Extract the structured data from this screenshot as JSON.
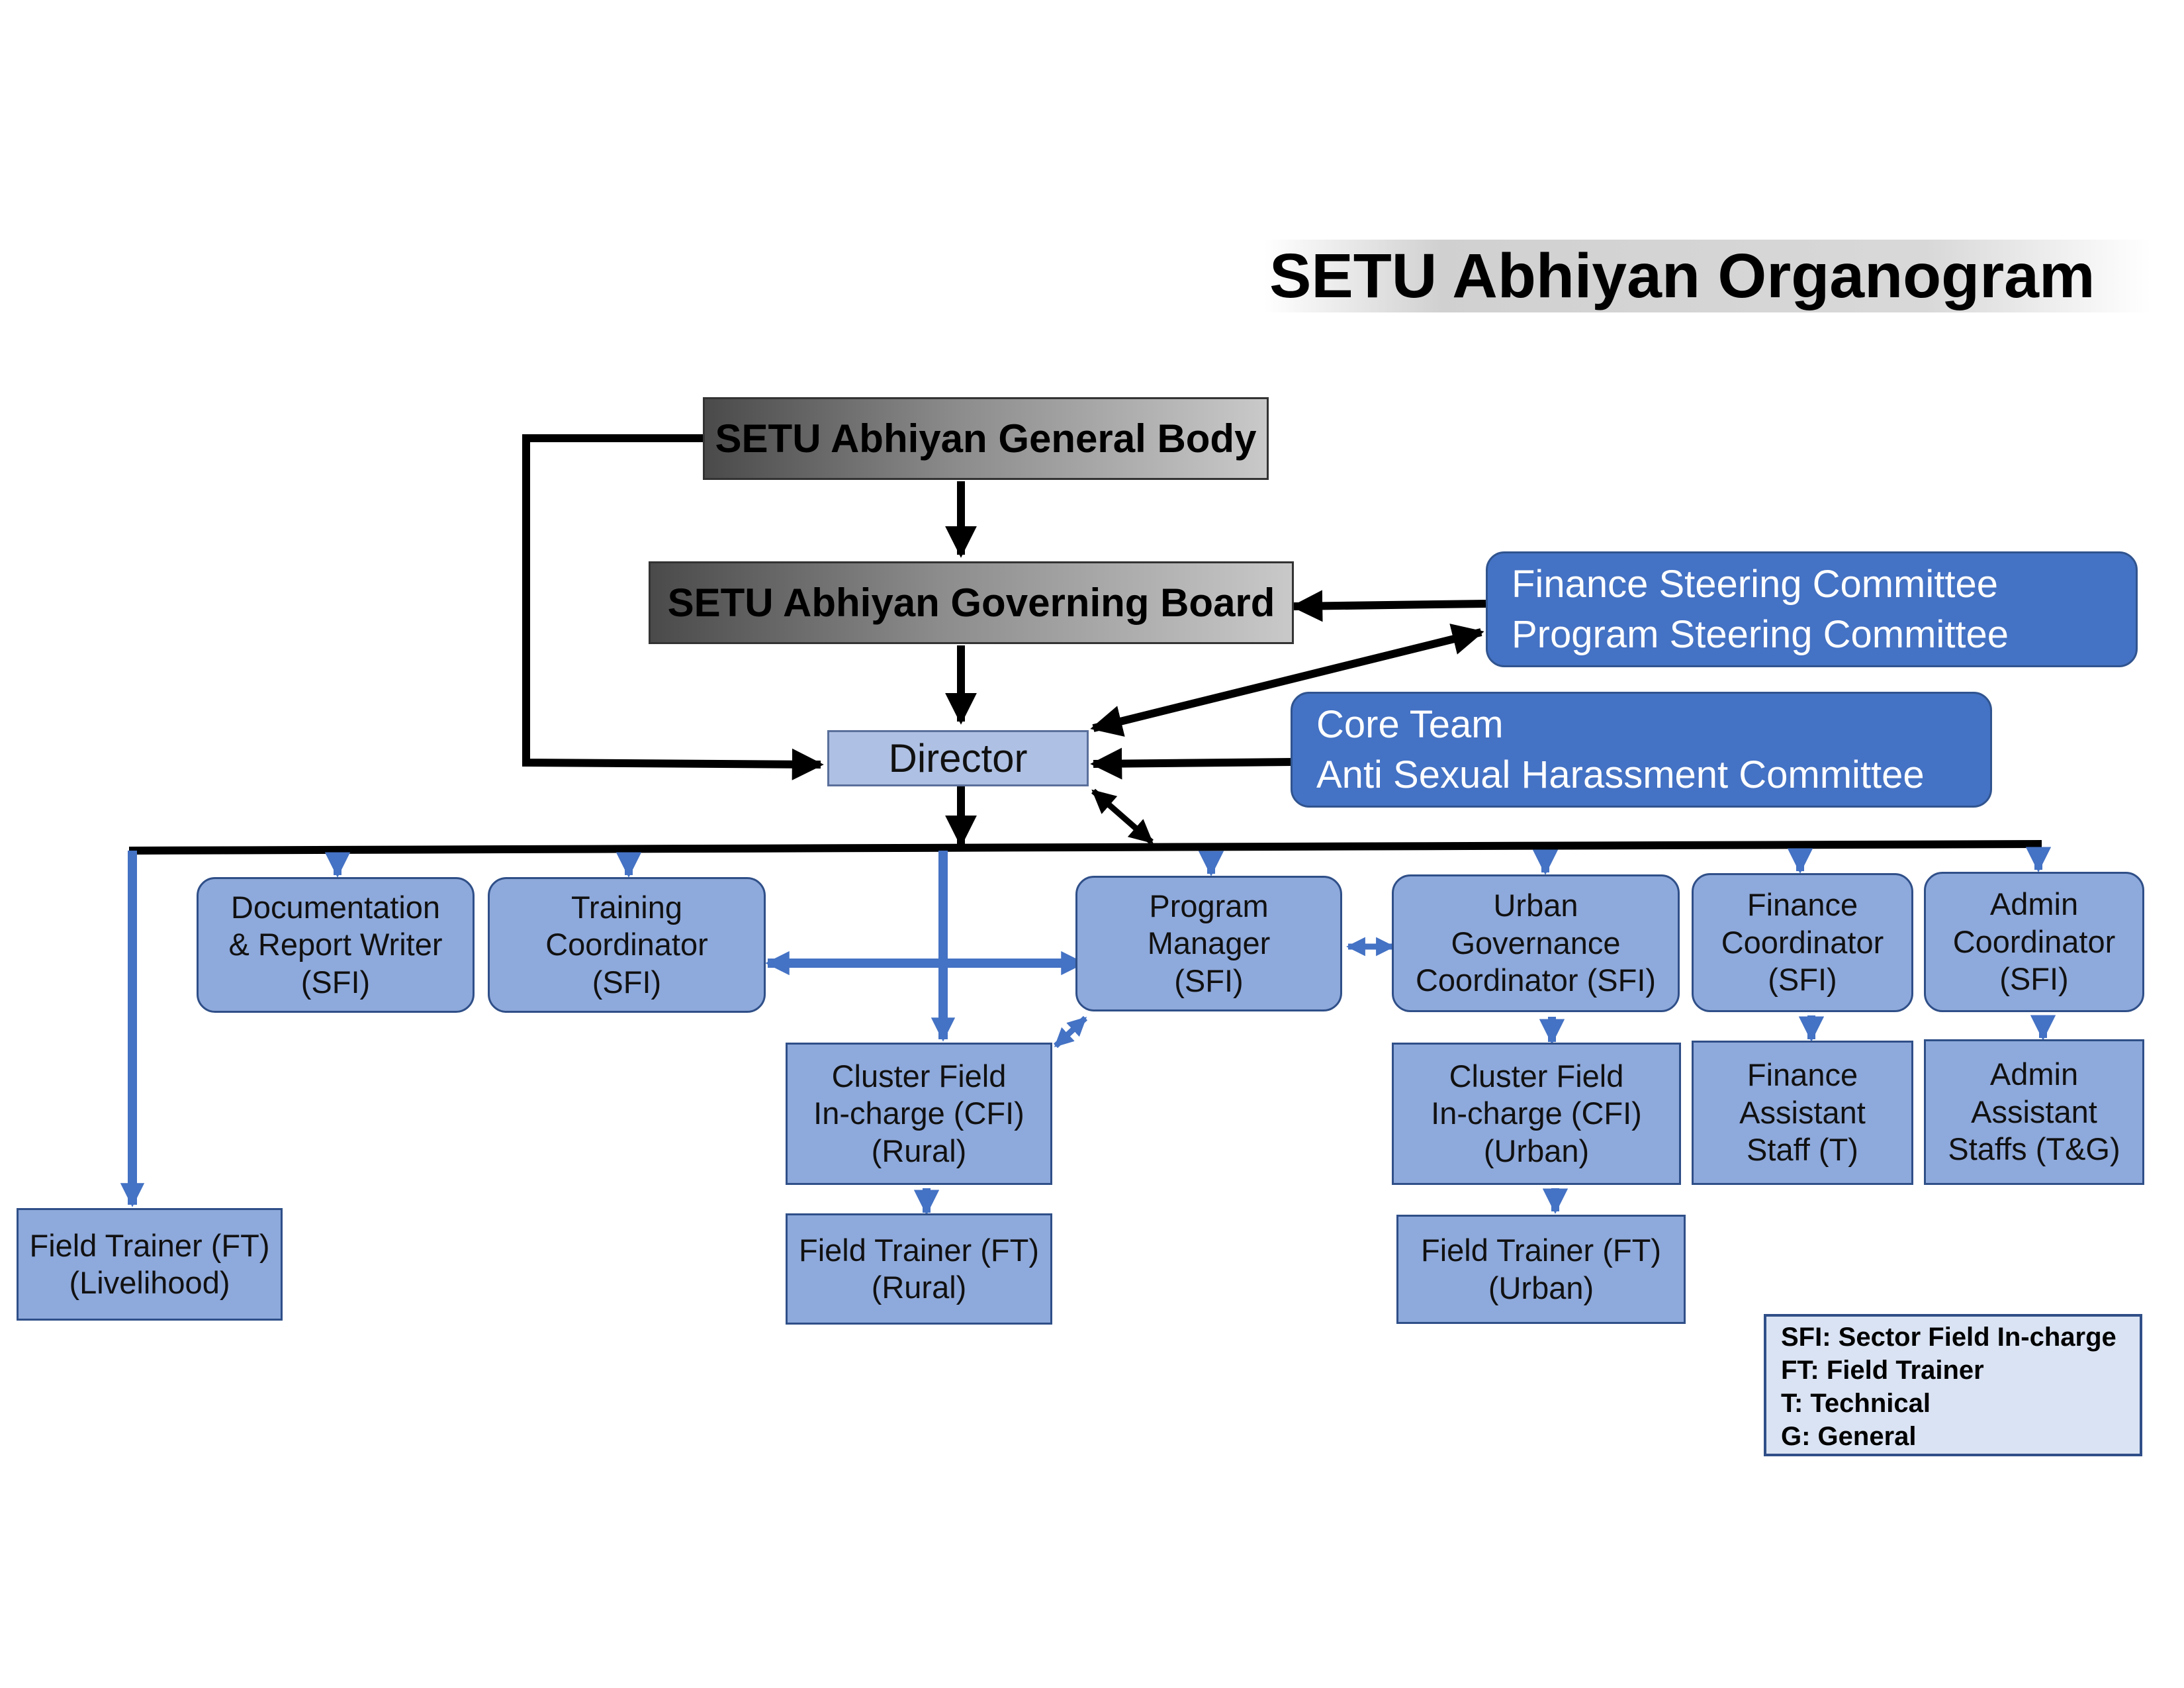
{
  "title": "SETU Abhiyan Organogram",
  "nodes": {
    "general_body": "SETU Abhiyan General Body",
    "governing_board": "SETU Abhiyan Governing Board",
    "director": "Director",
    "steering": {
      "line1": "Finance Steering Committee",
      "line2": "Program Steering Committee"
    },
    "core": {
      "line1": "Core Team",
      "line2": "Anti Sexual Harassment Committee"
    },
    "documentation": "Documentation\n& Report Writer\n(SFI)",
    "training": "Training\nCoordinator\n(SFI)",
    "program_manager": "Program\nManager\n(SFI)",
    "urban_gov": "Urban\nGovernance\nCoordinator (SFI)",
    "finance_coord": "Finance\nCoordinator\n(SFI)",
    "admin_coord": "Admin\nCoordinator\n(SFI)",
    "cfi_rural": "Cluster Field\nIn-charge (CFI)\n(Rural)",
    "cfi_urban": "Cluster Field\nIn-charge (CFI)\n(Urban)",
    "finance_asst": "Finance\nAssistant\nStaff (T)",
    "admin_asst": "Admin\nAssistant\nStaffs (T&G)",
    "ft_livelihood": "Field Trainer (FT)\n(Livelihood)",
    "ft_rural": "Field Trainer (FT)\n(Rural)",
    "ft_urban": "Field Trainer (FT)\n(Urban)"
  },
  "legend": [
    "SFI: Sector Field In-charge",
    "FT: Field Trainer",
    "T: Technical",
    "G: General"
  ],
  "colors": {
    "connector_black": "#000000",
    "connector_blue": "#4472c4",
    "box_blue": "#4472c4",
    "box_light": "#8ea9db",
    "director_fill": "#aec0e3",
    "legend_fill": "#dae3f3"
  }
}
